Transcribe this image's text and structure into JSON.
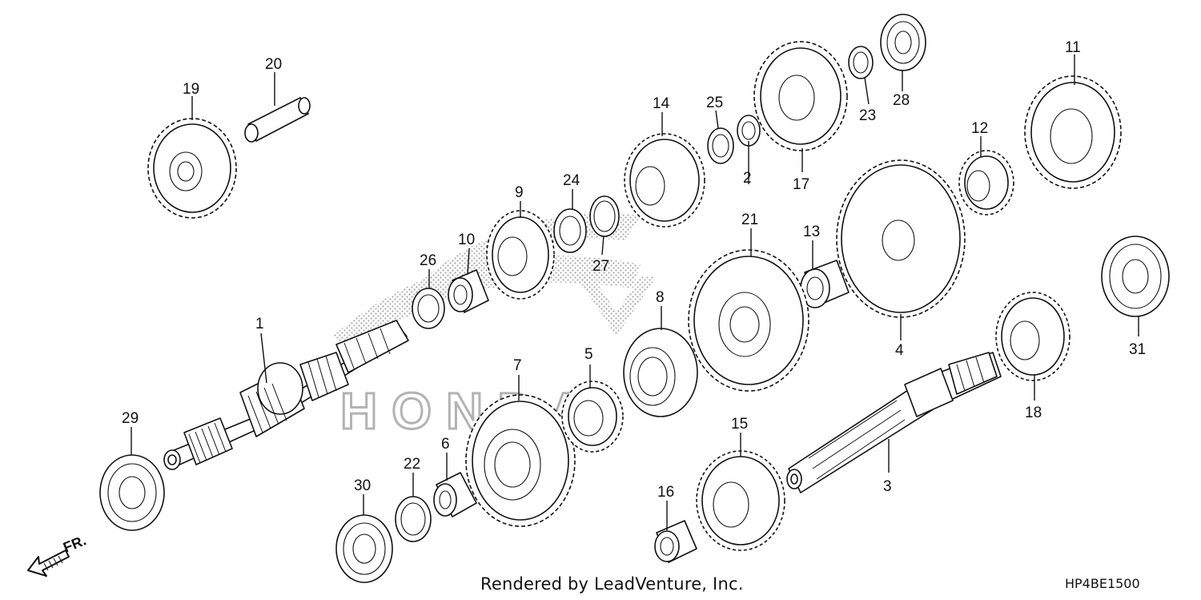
{
  "footer": {
    "rendered_by": "Rendered by LeadVenture, Inc.",
    "diagram_code": "HP4BE1500"
  },
  "direction_marker": {
    "label": "FR.",
    "icon": "front-arrow-icon"
  },
  "watermark": {
    "text": "HONDA"
  },
  "callouts": [
    "1",
    "2",
    "3",
    "4",
    "5",
    "6",
    "7",
    "8",
    "9",
    "10",
    "11",
    "12",
    "13",
    "14",
    "15",
    "16",
    "17",
    "18",
    "19",
    "20",
    "21",
    "22",
    "23",
    "24",
    "25",
    "26",
    "27",
    "28",
    "29",
    "30",
    "31"
  ]
}
